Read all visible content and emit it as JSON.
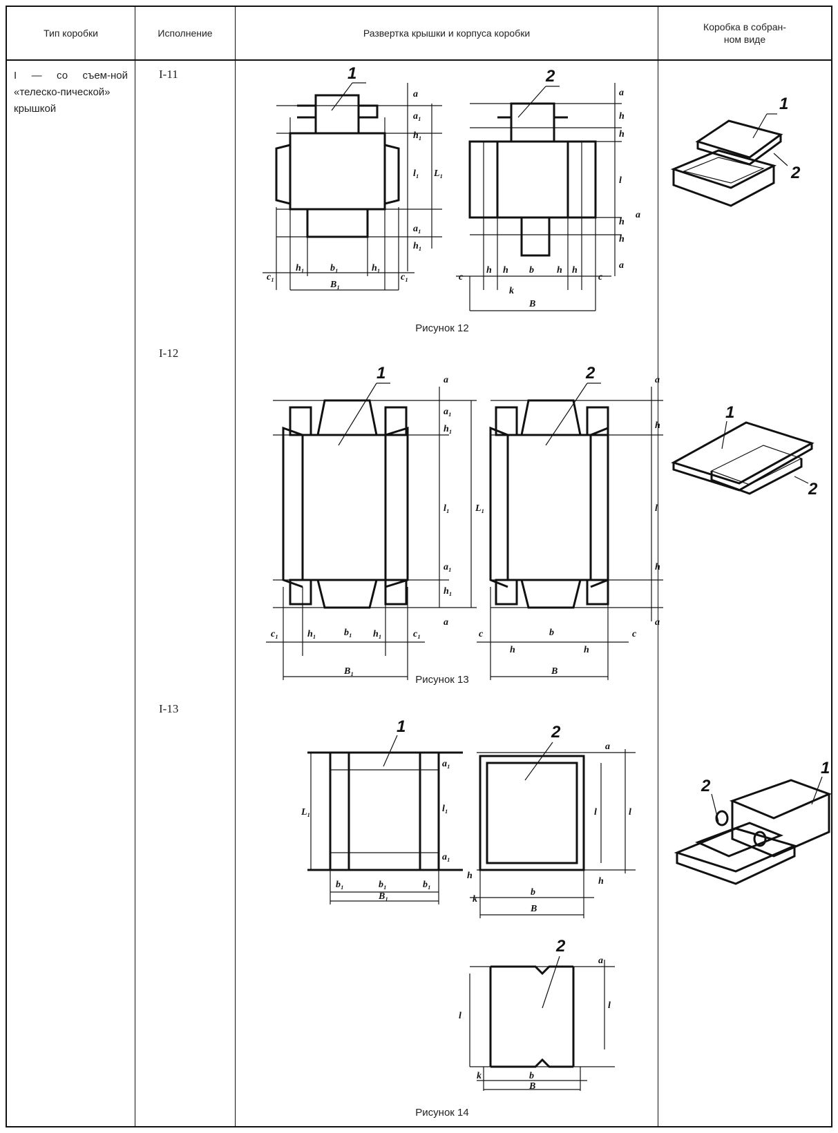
{
  "table": {
    "headers": {
      "type": "Тип коробки",
      "variant": "Исполнение",
      "development": "Развертка крышки и корпуса коробки",
      "assembled": "Коробка в собран-\nном виде"
    },
    "box_type": "I — со съем-ной «телеско-пической» крышкой",
    "variants": [
      "I-11",
      "I-12",
      "I-13"
    ],
    "captions": [
      "Рисунок 12",
      "Рисунок 13",
      "Рисунок 14"
    ]
  },
  "figure_labels": {
    "lid": "1",
    "body": "2",
    "dims": [
      "a",
      "a₁",
      "h",
      "h₁",
      "l",
      "l₁",
      "b",
      "b₁",
      "c",
      "c₁",
      "B",
      "B₁",
      "k"
    ]
  }
}
